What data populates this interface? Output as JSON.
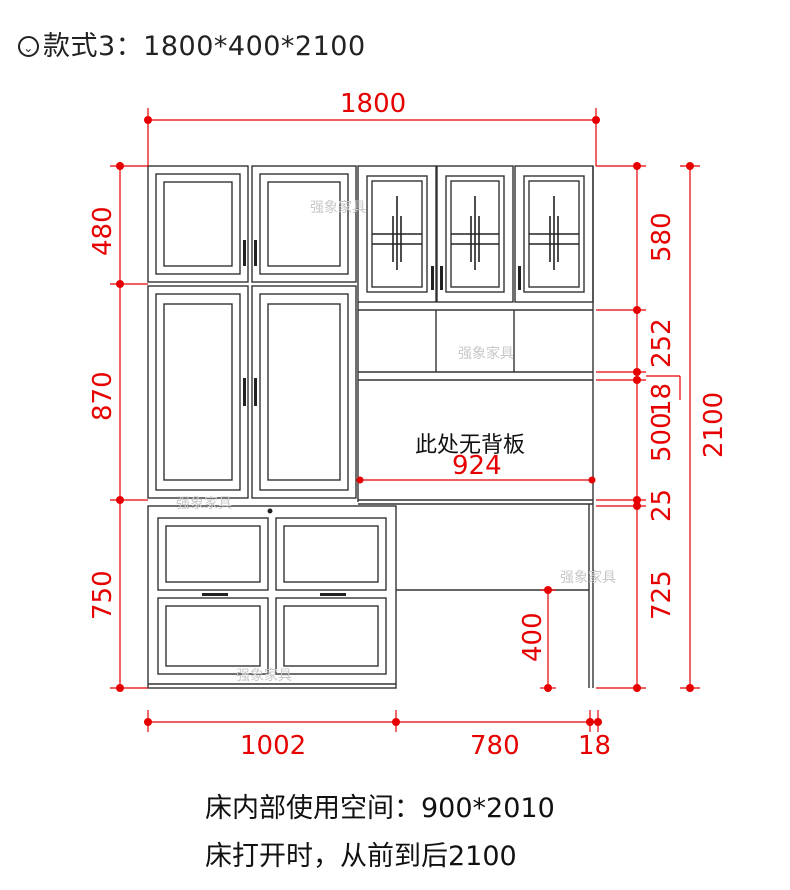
{
  "title": {
    "icon": "circle-chevron-down-icon",
    "text": "款式3：1800*400*2100"
  },
  "dimensions": {
    "top_width": "1800",
    "left_top": "480",
    "left_middle": "870",
    "left_bottom": "750",
    "right_top": "580",
    "right_252": "252",
    "right_18": "18",
    "right_500": "500",
    "right_25": "25",
    "right_725": "725",
    "total_height": "2100",
    "inner_width": "924",
    "desk_height": "400",
    "bottom_1002": "1002",
    "bottom_780": "780",
    "bottom_18": "18"
  },
  "labels": {
    "no_back_panel": "此处无背板"
  },
  "watermark": "强象家具",
  "notes": [
    "床内部使用空间：900*2010",
    "床打开时，从前到后2100"
  ],
  "colors": {
    "dimension": "#e60000",
    "line": "#333333",
    "watermark": "#c8c8c8"
  }
}
